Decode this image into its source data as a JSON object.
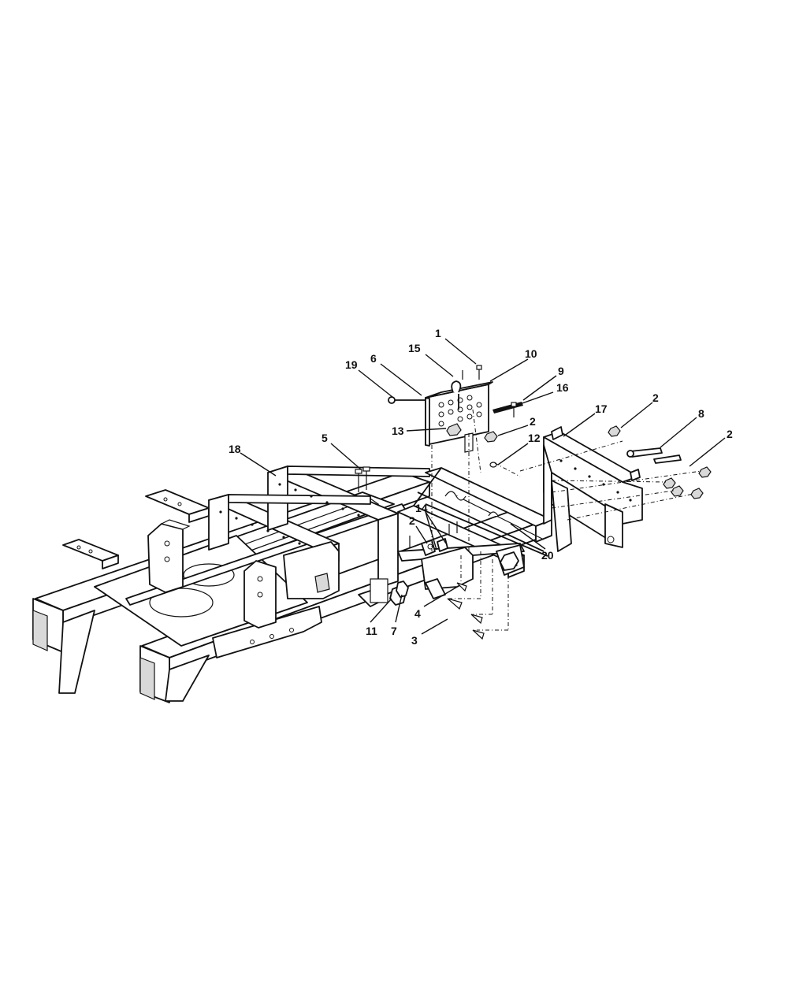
{
  "callouts": [
    {
      "id": "c1",
      "label": "1"
    },
    {
      "id": "c15",
      "label": "15"
    },
    {
      "id": "c10",
      "label": "10"
    },
    {
      "id": "c6",
      "label": "6"
    },
    {
      "id": "c19",
      "label": "19"
    },
    {
      "id": "c9",
      "label": "9"
    },
    {
      "id": "c16",
      "label": "16"
    },
    {
      "id": "c13",
      "label": "13"
    },
    {
      "id": "c2a",
      "label": "2"
    },
    {
      "id": "c17",
      "label": "17"
    },
    {
      "id": "c2b",
      "label": "2"
    },
    {
      "id": "c8",
      "label": "8"
    },
    {
      "id": "c2c",
      "label": "2"
    },
    {
      "id": "c12",
      "label": "12"
    },
    {
      "id": "c5",
      "label": "5"
    },
    {
      "id": "c18",
      "label": "18"
    },
    {
      "id": "c14",
      "label": "14"
    },
    {
      "id": "c2d",
      "label": "2"
    },
    {
      "id": "c20",
      "label": "20"
    },
    {
      "id": "c4",
      "label": "4"
    },
    {
      "id": "c3",
      "label": "3"
    },
    {
      "id": "c11",
      "label": "11"
    },
    {
      "id": "c7",
      "label": "7"
    }
  ]
}
